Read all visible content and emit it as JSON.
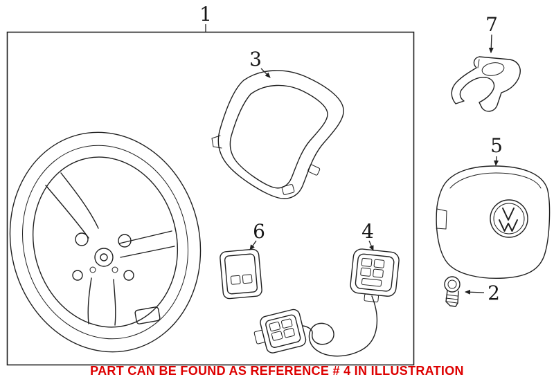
{
  "callouts": [
    {
      "label": "1"
    },
    {
      "label": "2"
    },
    {
      "label": "3"
    },
    {
      "label": "4"
    },
    {
      "label": "5"
    },
    {
      "label": "6"
    },
    {
      "label": "7"
    }
  ],
  "notice": {
    "text": "PART CAN BE FOUND AS REFERENCE # 4 IN ILLUSTRATION"
  },
  "colors": {
    "notice_red": "#dd0000",
    "line": "#1f1f1f",
    "background": "#ffffff"
  }
}
